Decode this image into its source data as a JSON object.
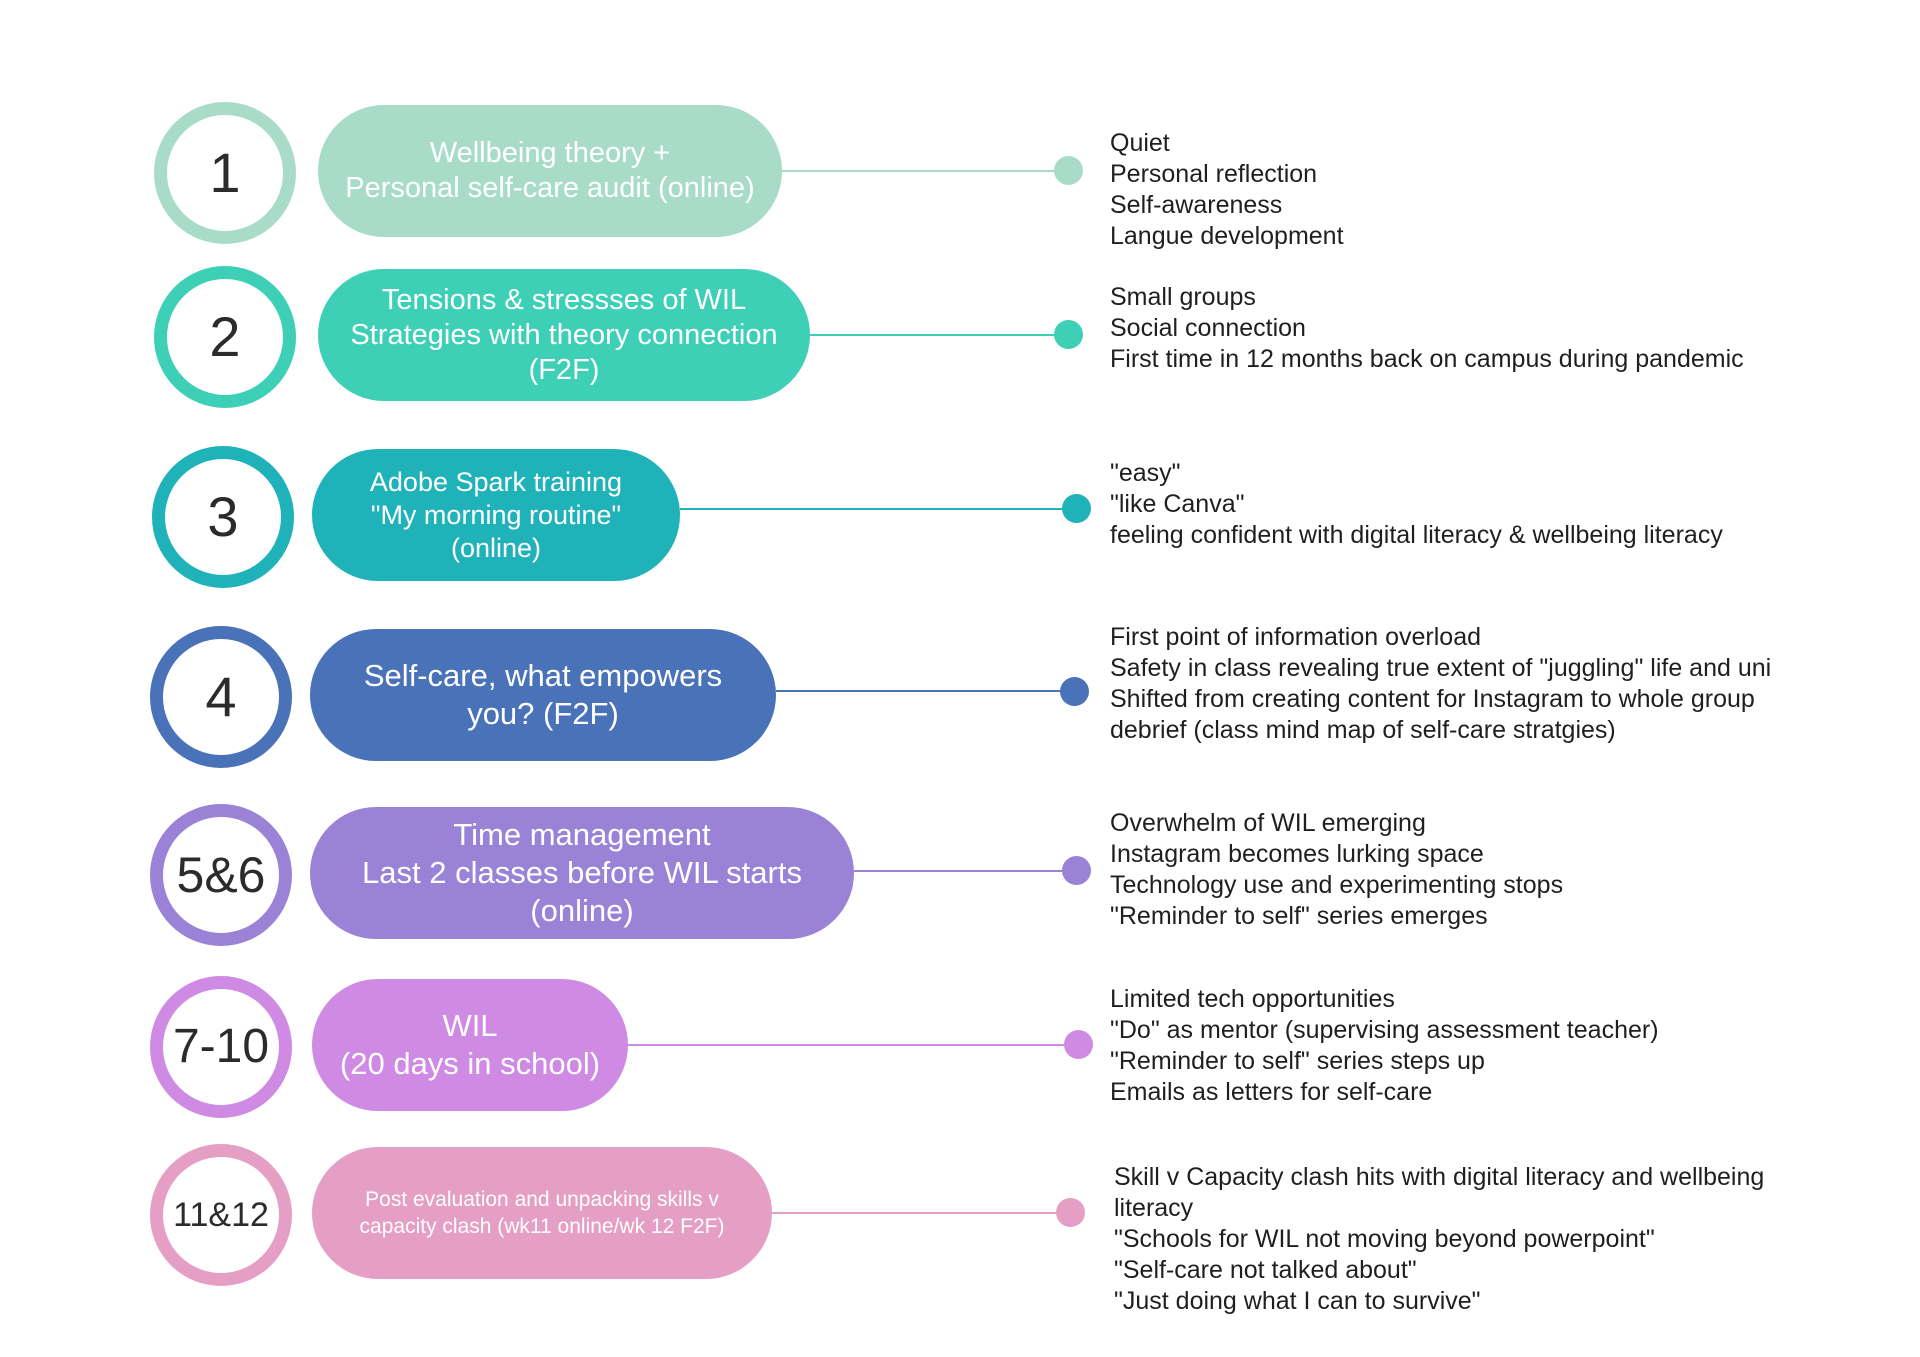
{
  "stages": [
    {
      "number": "1",
      "color": "#a8dcc9",
      "pill_text": "Wellbeing theory +\nPersonal self-care audit (online)",
      "notes": [
        "Quiet",
        "Personal reflection",
        "Self-awareness",
        "Langue development"
      ]
    },
    {
      "number": "2",
      "color": "#3ecfb7",
      "pill_text": "Tensions & stressses of WIL\nStrategies with theory connection\n(F2F)",
      "notes": [
        "Small groups",
        "Social connection",
        "First time in 12 months back on campus during pandemic"
      ]
    },
    {
      "number": "3",
      "color": "#20b2b9",
      "pill_text": "Adobe Spark training\n\"My morning routine\"\n(online)",
      "notes": [
        "\"easy\"",
        "\"like Canva\"",
        "feeling confident with digital literacy & wellbeing literacy"
      ]
    },
    {
      "number": "4",
      "color": "#4a72b8",
      "pill_text": "Self-care, what empowers\nyou? (F2F)",
      "notes": [
        "First point of information overload",
        "Safety in class revealing true extent of \"juggling\" life and uni",
        "Shifted from creating content for Instagram to whole group",
        "debrief (class mind map of self-care stratgies)"
      ]
    },
    {
      "number": "5&6",
      "color": "#9a82d6",
      "pill_text": "Time management\nLast 2 classes before WIL starts\n(online)",
      "notes": [
        "Overwhelm of WIL emerging",
        "Instagram becomes lurking space",
        "Technology use and experimenting stops",
        "\"Reminder to self\" series emerges"
      ]
    },
    {
      "number": "7-10",
      "color": "#cf8ae3",
      "pill_text": "WIL\n(20 days in school)",
      "notes": [
        "Limited tech opportunities",
        "\"Do\" as mentor (supervising assessment teacher)",
        "\"Reminder to self\" series steps up",
        "Emails as letters for self-care"
      ]
    },
    {
      "number": "11&12",
      "color": "#e59ec4",
      "pill_text": "Post evaluation and unpacking skills v\ncapacity clash (wk11 online/wk 12 F2F)",
      "notes": [
        "Skill v Capacity clash hits with digital literacy and wellbeing",
        "literacy",
        "\"Schools for WIL not moving beyond powerpoint\"",
        "\"Self-care not talked about\"",
        "\"Just doing what I can to survive\""
      ]
    }
  ]
}
